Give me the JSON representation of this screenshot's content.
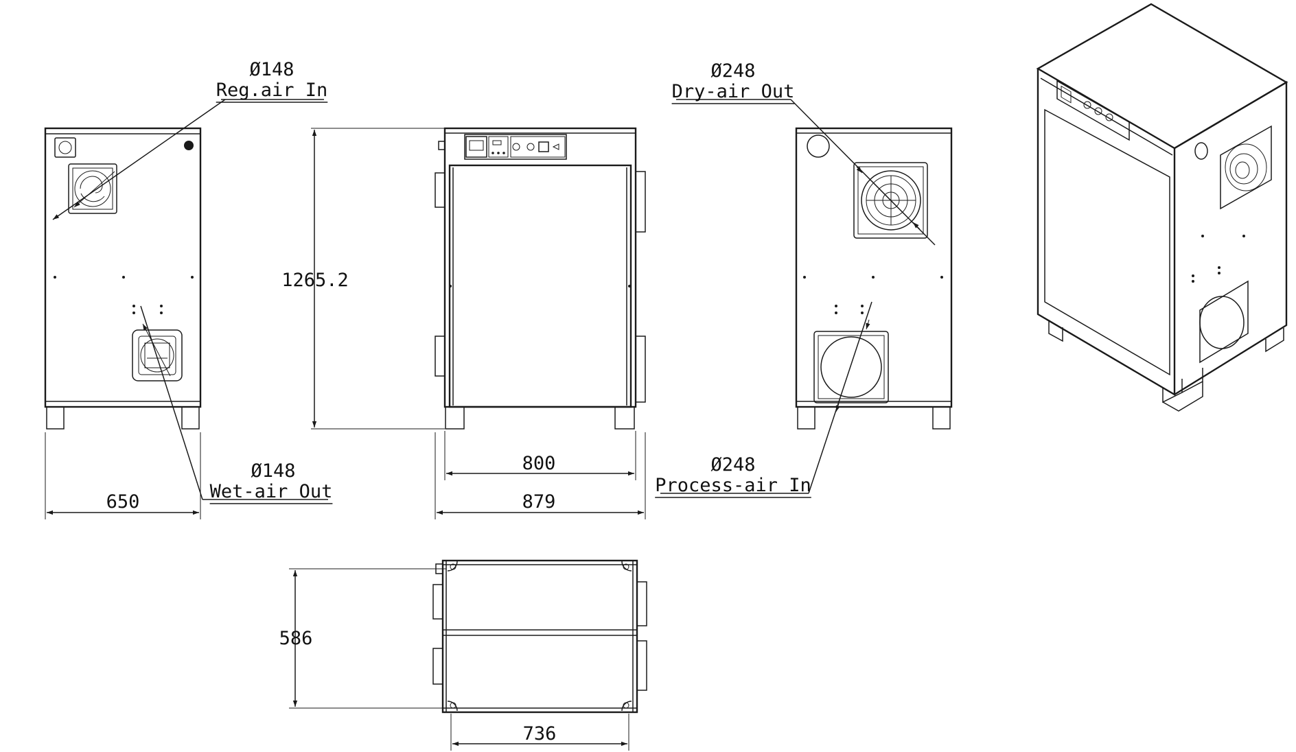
{
  "callouts": {
    "reg_air_in": {
      "diameter": "Ø148",
      "label": "Reg.air In"
    },
    "wet_air_out": {
      "diameter": "Ø148",
      "label": "Wet-air Out"
    },
    "dry_air_out": {
      "diameter": "Ø248",
      "label": "Dry-air Out"
    },
    "process_air_in": {
      "diameter": "Ø248",
      "label": "Process-air In"
    }
  },
  "dimensions": {
    "side_width": "650",
    "height": "1265.2",
    "body_width": "800",
    "overall_width": "879",
    "depth": "586",
    "top_width": "736"
  },
  "colors": {
    "line": "#1a1a1a",
    "background": "#ffffff"
  }
}
